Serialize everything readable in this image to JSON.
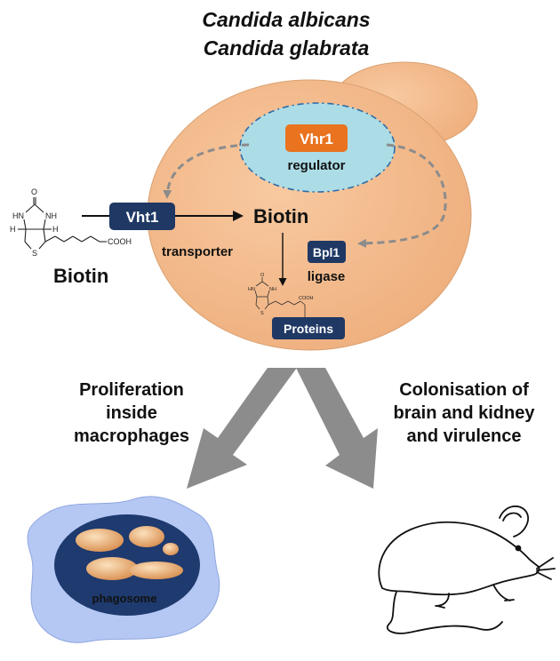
{
  "title": {
    "line1": "Candida albicans",
    "line2": "Candida glabrata"
  },
  "regulator": {
    "label": "Vhr1",
    "caption": "regulator"
  },
  "transporter": {
    "label": "Vht1",
    "caption": "transporter"
  },
  "ligase": {
    "label": "Bpl1",
    "caption": "ligase"
  },
  "proteins": {
    "label": "Proteins"
  },
  "biotin_inside": "Biotin",
  "biotin_outside": "Biotin",
  "biotin_structure": {
    "o": "O",
    "hn": "HN",
    "nh": "NH",
    "h": "H",
    "s": "S",
    "cooh": "COOH"
  },
  "outcomes": {
    "left": {
      "line1": "Proliferation",
      "line2": "inside",
      "line3": "macrophages"
    },
    "right": {
      "line1": "Colonisation of",
      "line2": "brain and kidney",
      "line3": "and virulence"
    }
  },
  "phagosome": "phagosome",
  "colors": {
    "cell": "#f4b98a",
    "nucleus": "#acdde6",
    "regulator_box": "#e9731f",
    "dark_box": "#1f3864",
    "arrow_gray": "#8c8c8c",
    "macrophage": "#b5c8f4",
    "phagosome": "#1e3a6e",
    "yeast": "#f0b27a"
  }
}
